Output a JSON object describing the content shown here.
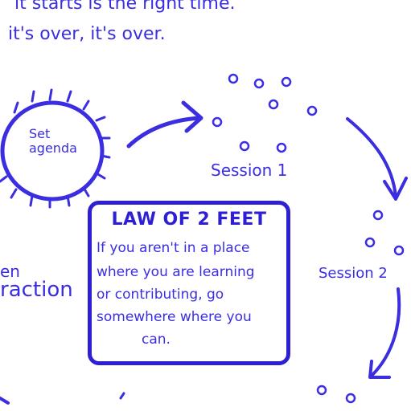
{
  "colors": {
    "ink": "#2f1fd4",
    "ink_light": "#3a2ee0",
    "paper": "#ffffff"
  },
  "top_text": {
    "line1": "it starts is the right time.",
    "line2": "it's over, it's over."
  },
  "agenda_label": "Set\nagenda",
  "session1_label": "Session 1",
  "session2_label": "Session 2",
  "left_fragment_1": "en",
  "left_fragment_2": "raction",
  "law": {
    "title": "LAW OF 2 FEET",
    "lines": [
      "If you aren't in a place",
      "where you are learning",
      "or contributing, go",
      "somewhere where you",
      "can."
    ]
  }
}
